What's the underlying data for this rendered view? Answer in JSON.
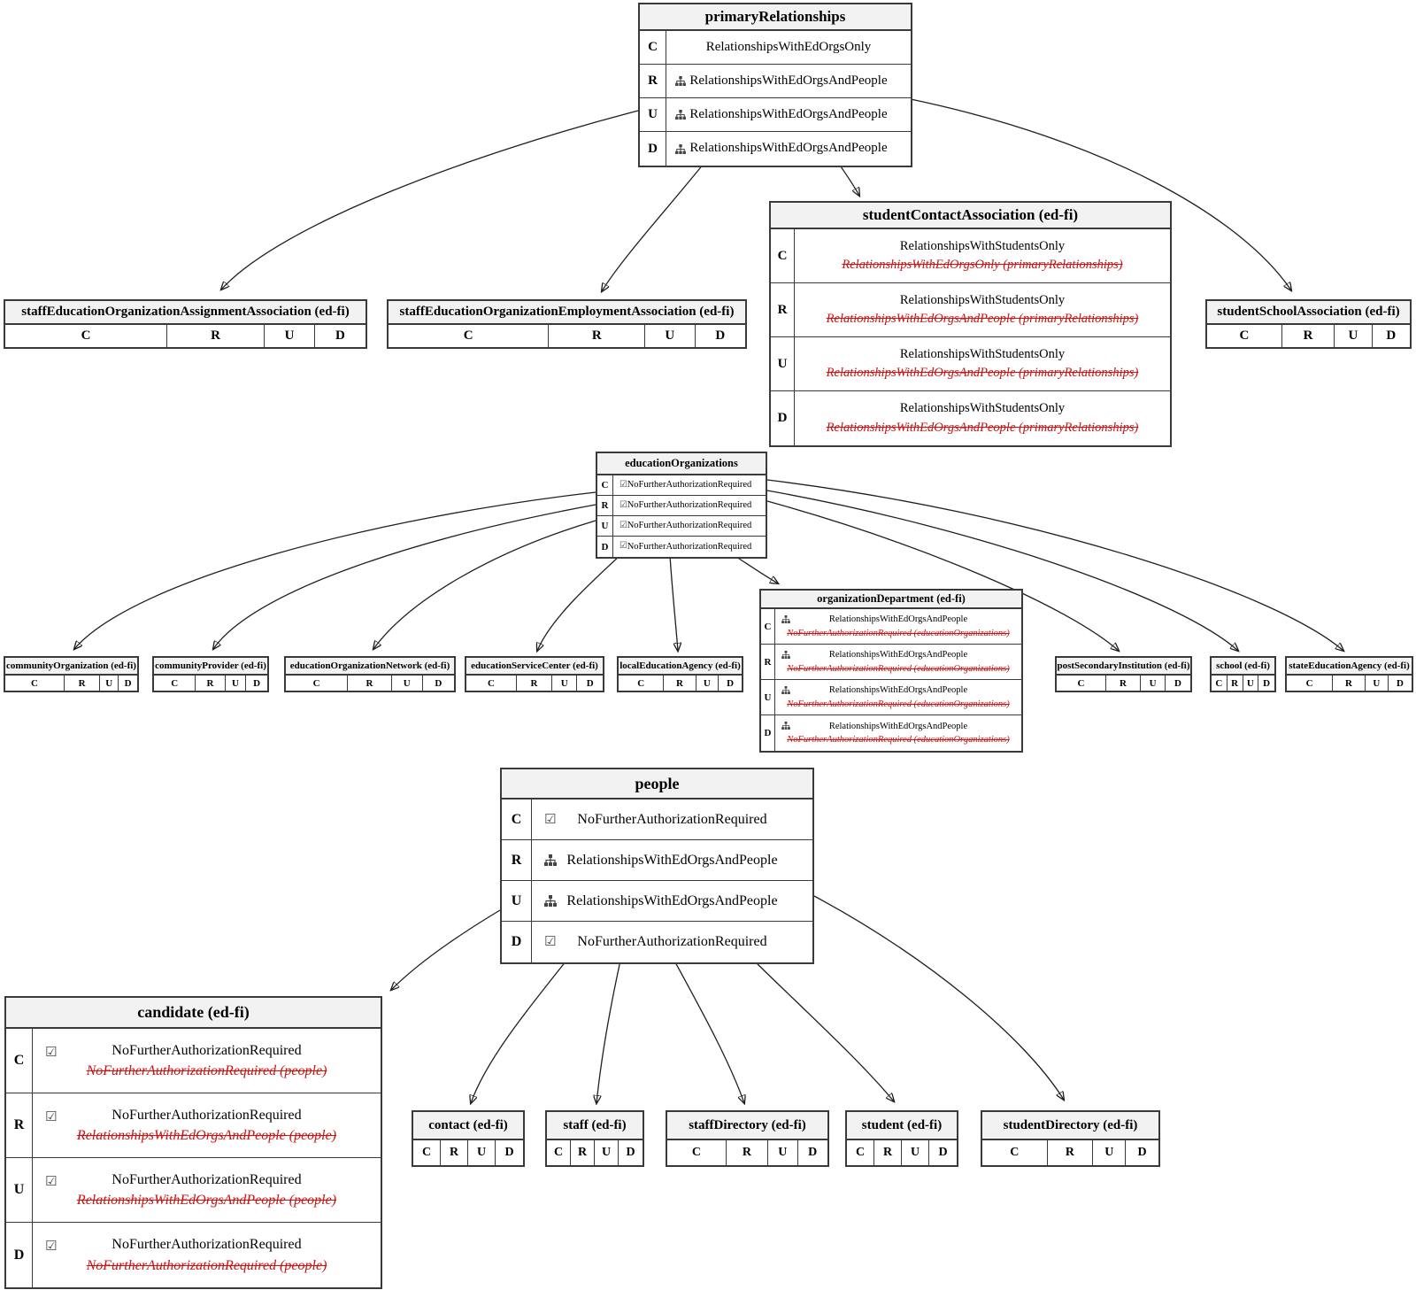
{
  "colors": {
    "override_red": "#cc1111",
    "header_bg": "#f2f2f2",
    "border": "#3a3a3a"
  },
  "icons": {
    "checked_checkbox": "☑",
    "sitemap": "sitemap-org-chart"
  },
  "nodes": {
    "primaryRelationships": {
      "title": "primaryRelationships",
      "rows": [
        {
          "op": "C",
          "icon": "",
          "strategy": "RelationshipsWithEdOrgsOnly",
          "overridden": ""
        },
        {
          "op": "R",
          "icon": "sitemap",
          "strategy": "RelationshipsWithEdOrgsAndPeople",
          "overridden": ""
        },
        {
          "op": "U",
          "icon": "sitemap",
          "strategy": "RelationshipsWithEdOrgsAndPeople",
          "overridden": ""
        },
        {
          "op": "D",
          "icon": "sitemap",
          "strategy": "RelationshipsWithEdOrgsAndPeople",
          "overridden": ""
        }
      ]
    },
    "staffEducationOrganizationAssignmentAssociation": {
      "title": "staffEducationOrganizationAssignmentAssociation (ed-fi)",
      "ops": [
        "C",
        "R",
        "U",
        "D"
      ]
    },
    "staffEducationOrganizationEmploymentAssociation": {
      "title": "staffEducationOrganizationEmploymentAssociation (ed-fi)",
      "ops": [
        "C",
        "R",
        "U",
        "D"
      ]
    },
    "studentContactAssociation": {
      "title": "studentContactAssociation (ed-fi)",
      "rows": [
        {
          "op": "C",
          "icon": "",
          "strategy": "RelationshipsWithStudentsOnly",
          "overridden": "RelationshipsWithEdOrgsOnly (primaryRelationships)"
        },
        {
          "op": "R",
          "icon": "",
          "strategy": "RelationshipsWithStudentsOnly",
          "overridden": "RelationshipsWithEdOrgsAndPeople (primaryRelationships)"
        },
        {
          "op": "U",
          "icon": "",
          "strategy": "RelationshipsWithStudentsOnly",
          "overridden": "RelationshipsWithEdOrgsAndPeople (primaryRelationships)"
        },
        {
          "op": "D",
          "icon": "",
          "strategy": "RelationshipsWithStudentsOnly",
          "overridden": "RelationshipsWithEdOrgsAndPeople (primaryRelationships)"
        }
      ]
    },
    "studentSchoolAssociation": {
      "title": "studentSchoolAssociation (ed-fi)",
      "ops": [
        "C",
        "R",
        "U",
        "D"
      ]
    },
    "educationOrganizations": {
      "title": "educationOrganizations",
      "rows": [
        {
          "op": "C",
          "icon": "checkbox",
          "strategy": "NoFurtherAuthorizationRequired",
          "overridden": ""
        },
        {
          "op": "R",
          "icon": "checkbox",
          "strategy": "NoFurtherAuthorizationRequired",
          "overridden": ""
        },
        {
          "op": "U",
          "icon": "checkbox",
          "strategy": "NoFurtherAuthorizationRequired",
          "overridden": ""
        },
        {
          "op": "D",
          "icon": "checkbox",
          "strategy": "NoFurtherAuthorizationRequired",
          "overridden": ""
        }
      ]
    },
    "organizationDepartment": {
      "title": "organizationDepartment (ed-fi)",
      "rows": [
        {
          "op": "C",
          "icon": "sitemap",
          "strategy": "RelationshipsWithEdOrgsAndPeople",
          "overridden": "NoFurtherAuthorizationRequired (educationOrganizations)"
        },
        {
          "op": "R",
          "icon": "sitemap",
          "strategy": "RelationshipsWithEdOrgsAndPeople",
          "overridden": "NoFurtherAuthorizationRequired (educationOrganizations)"
        },
        {
          "op": "U",
          "icon": "sitemap",
          "strategy": "RelationshipsWithEdOrgsAndPeople",
          "overridden": "NoFurtherAuthorizationRequired (educationOrganizations)"
        },
        {
          "op": "D",
          "icon": "sitemap",
          "strategy": "RelationshipsWithEdOrgsAndPeople",
          "overridden": "NoFurtherAuthorizationRequired (educationOrganizations)"
        }
      ]
    },
    "communityOrganization": {
      "title": "communityOrganization (ed-fi)",
      "ops": [
        "C",
        "R",
        "U",
        "D"
      ]
    },
    "communityProvider": {
      "title": "communityProvider (ed-fi)",
      "ops": [
        "C",
        "R",
        "U",
        "D"
      ]
    },
    "educationOrganizationNetwork": {
      "title": "educationOrganizationNetwork (ed-fi)",
      "ops": [
        "C",
        "R",
        "U",
        "D"
      ]
    },
    "educationServiceCenter": {
      "title": "educationServiceCenter (ed-fi)",
      "ops": [
        "C",
        "R",
        "U",
        "D"
      ]
    },
    "localEducationAgency": {
      "title": "localEducationAgency (ed-fi)",
      "ops": [
        "C",
        "R",
        "U",
        "D"
      ]
    },
    "postSecondaryInstitution": {
      "title": "postSecondaryInstitution (ed-fi)",
      "ops": [
        "C",
        "R",
        "U",
        "D"
      ]
    },
    "school": {
      "title": "school (ed-fi)",
      "ops": [
        "C",
        "R",
        "U",
        "D"
      ]
    },
    "stateEducationAgency": {
      "title": "stateEducationAgency (ed-fi)",
      "ops": [
        "C",
        "R",
        "U",
        "D"
      ]
    },
    "people": {
      "title": "people",
      "rows": [
        {
          "op": "C",
          "icon": "checkbox",
          "strategy": "NoFurtherAuthorizationRequired",
          "overridden": ""
        },
        {
          "op": "R",
          "icon": "sitemap",
          "strategy": "RelationshipsWithEdOrgsAndPeople",
          "overridden": ""
        },
        {
          "op": "U",
          "icon": "sitemap",
          "strategy": "RelationshipsWithEdOrgsAndPeople",
          "overridden": ""
        },
        {
          "op": "D",
          "icon": "checkbox",
          "strategy": "NoFurtherAuthorizationRequired",
          "overridden": ""
        }
      ]
    },
    "candidate": {
      "title": "candidate (ed-fi)",
      "rows": [
        {
          "op": "C",
          "icon": "checkbox",
          "strategy": "NoFurtherAuthorizationRequired",
          "overridden": "NoFurtherAuthorizationRequired (people)"
        },
        {
          "op": "R",
          "icon": "checkbox",
          "strategy": "NoFurtherAuthorizationRequired",
          "overridden": "RelationshipsWithEdOrgsAndPeople (people)"
        },
        {
          "op": "U",
          "icon": "checkbox",
          "strategy": "NoFurtherAuthorizationRequired",
          "overridden": "RelationshipsWithEdOrgsAndPeople (people)"
        },
        {
          "op": "D",
          "icon": "checkbox",
          "strategy": "NoFurtherAuthorizationRequired",
          "overridden": "NoFurtherAuthorizationRequired (people)"
        }
      ]
    },
    "contact": {
      "title": "contact (ed-fi)",
      "ops": [
        "C",
        "R",
        "U",
        "D"
      ]
    },
    "staff": {
      "title": "staff (ed-fi)",
      "ops": [
        "C",
        "R",
        "U",
        "D"
      ]
    },
    "staffDirectory": {
      "title": "staffDirectory (ed-fi)",
      "ops": [
        "C",
        "R",
        "U",
        "D"
      ]
    },
    "student": {
      "title": "student (ed-fi)",
      "ops": [
        "C",
        "R",
        "U",
        "D"
      ]
    },
    "studentDirectory": {
      "title": "studentDirectory (ed-fi)",
      "ops": [
        "C",
        "R",
        "U",
        "D"
      ]
    }
  }
}
